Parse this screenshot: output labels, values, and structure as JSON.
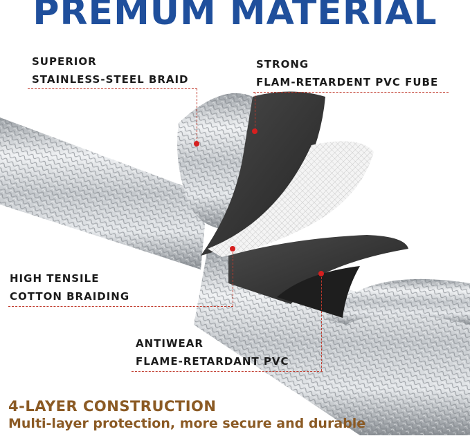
{
  "title": "PREMUM MATERIAL",
  "labels": {
    "braid_line1": "SUPERIOR",
    "braid_line2": "STAINLESS-STEEL BRAID",
    "pvc_line1": "STRONG",
    "pvc_line2": "FLAM-RETARDENT PVC FUBE",
    "cotton_line1": "HIGH TENSILE",
    "cotton_line2": "COTTON BRAIDING",
    "antiwear_line1": "ANTIWEAR",
    "antiwear_line2": "FLAME-RETARDANT PVC"
  },
  "footer": {
    "heading": "4-LAYER CONSTRUCTION",
    "subheading": "Multi-layer protection, more secure and durable"
  },
  "colors": {
    "title": "#1f4f9c",
    "footer": "#8b5a24",
    "pointer": "#d61f1f",
    "braid": "#c8ccd0",
    "pvc": "#3a3a3a"
  }
}
